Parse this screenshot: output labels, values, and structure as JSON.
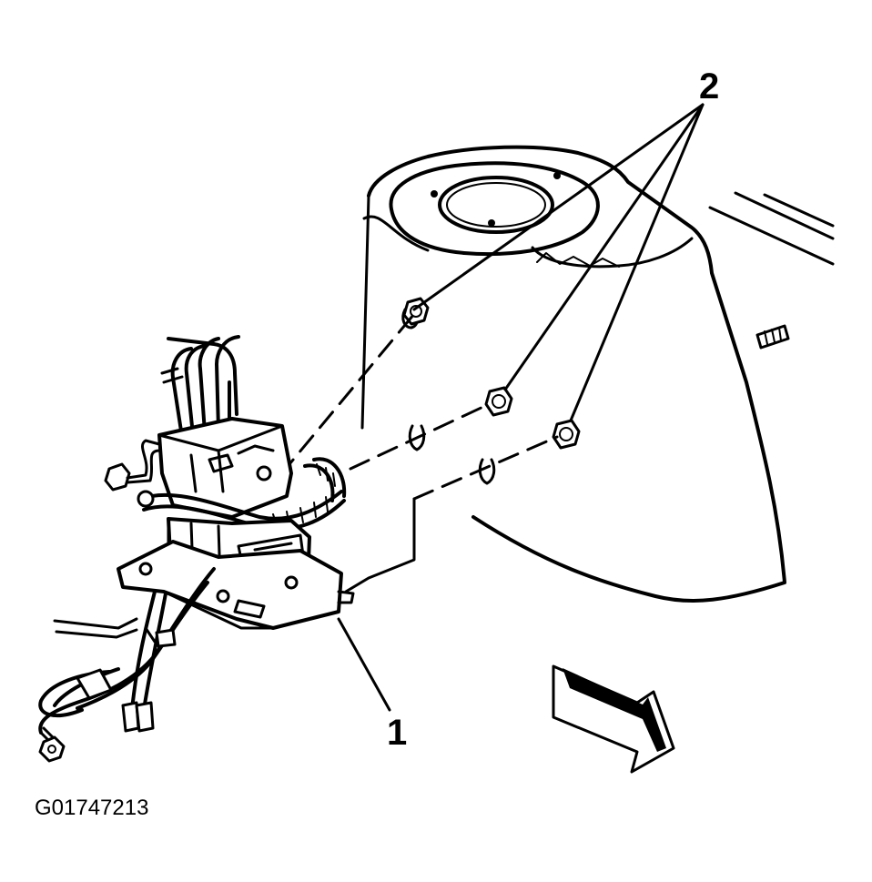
{
  "diagram": {
    "callouts": [
      {
        "id": "1",
        "label": "1"
      },
      {
        "id": "2",
        "label": "2"
      }
    ],
    "figure_id": "G01747213",
    "colors": {
      "line": "#000000",
      "background": "#ffffff"
    }
  }
}
